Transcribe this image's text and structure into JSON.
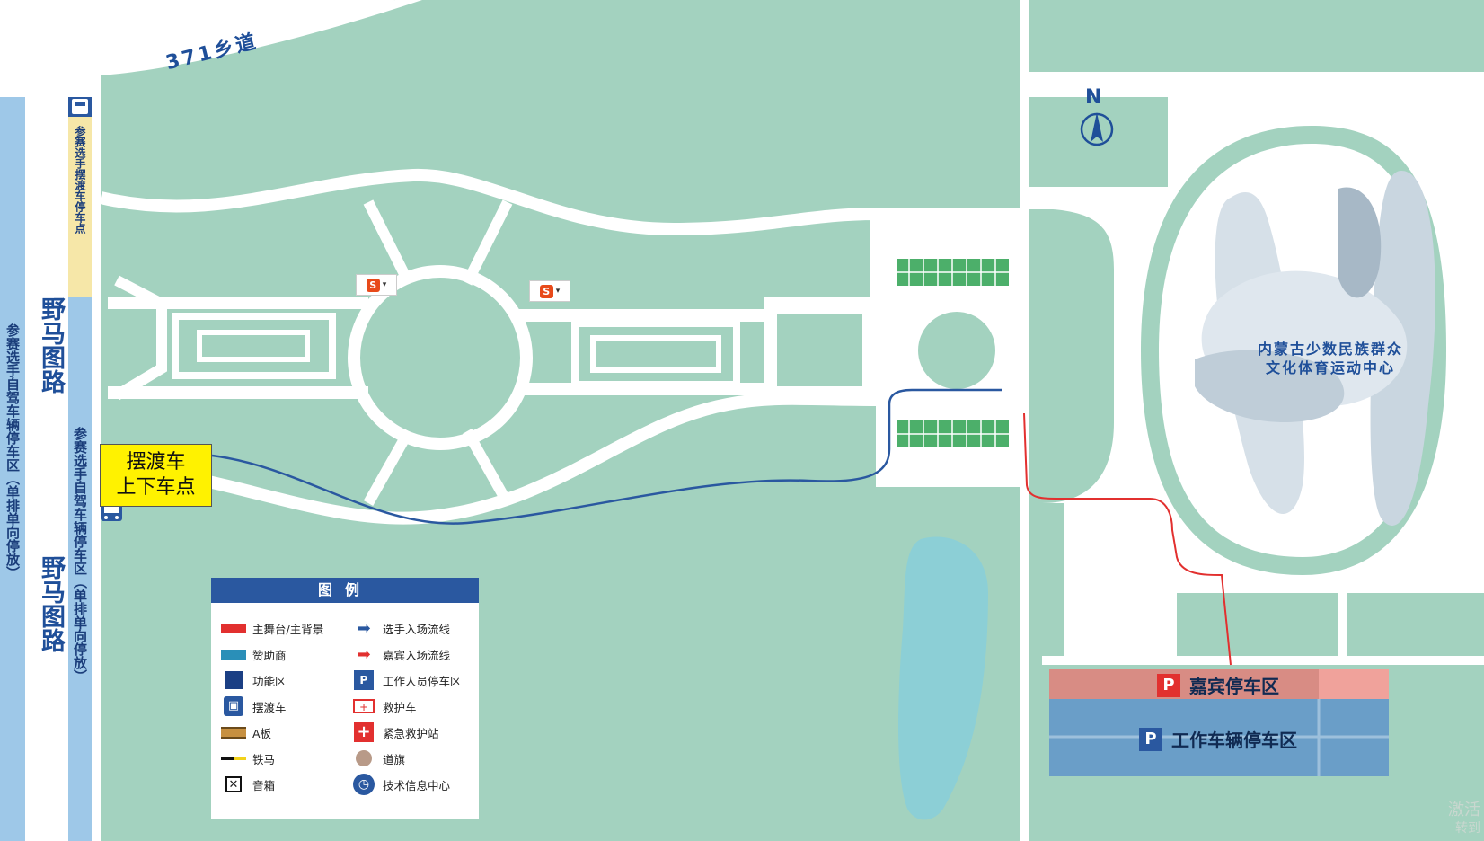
{
  "map": {
    "road_top": "371乡道",
    "road_west_1": "野马图路",
    "road_west_2": "野马图路",
    "self_drive_parking_outer": "参赛选手自驾车辆停车区（单排单向停放）",
    "self_drive_parking_inner": "参赛选手自驾车辆停车区（单排单向停放）",
    "shuttle_parking_label": "参赛选手摆渡车停车点",
    "shuttle_stop_line1": "摆渡车",
    "shuttle_stop_line2": "上下车点",
    "north_label": "N",
    "venue_line1": "内蒙古少数民族群众",
    "venue_line2": "文化体育运动中心",
    "vip_parking": "嘉宾停车区",
    "staff_parking": "工作车辆停车区",
    "parking_badge": "P",
    "colors": {
      "ground": "#a3d2bf",
      "path": "#ffffff",
      "water": "#8ccfd6",
      "player_route": "#2a58a0",
      "vip_route": "#e2302f",
      "vip_lot": "#d88c84",
      "staff_lot": "#6a9ec8"
    }
  },
  "legend": {
    "title": "图例",
    "items": [
      {
        "label": "主舞台/主背景",
        "icon": "red-bar-icon"
      },
      {
        "label": "选手入场流线",
        "icon": "blue-arrow-icon"
      },
      {
        "label": "赞助商",
        "icon": "teal-bar-icon"
      },
      {
        "label": "嘉宾入场流线",
        "icon": "red-arrow-icon"
      },
      {
        "label": "功能区",
        "icon": "navy-square-icon"
      },
      {
        "label": "工作人员停车区",
        "icon": "parking-icon"
      },
      {
        "label": "摆渡车",
        "icon": "bus-icon"
      },
      {
        "label": "救护车",
        "icon": "ambulance-icon"
      },
      {
        "label": "A板",
        "icon": "a-board-icon"
      },
      {
        "label": "紧急救护站",
        "icon": "first-aid-icon"
      },
      {
        "label": "铁马",
        "icon": "barrier-icon"
      },
      {
        "label": "道旗",
        "icon": "flag-icon"
      },
      {
        "label": "音箱",
        "icon": "speaker-icon"
      },
      {
        "label": "技术信息中心",
        "icon": "clock-icon"
      }
    ]
  },
  "watermark": {
    "line1": "激活",
    "line2": "转到"
  }
}
